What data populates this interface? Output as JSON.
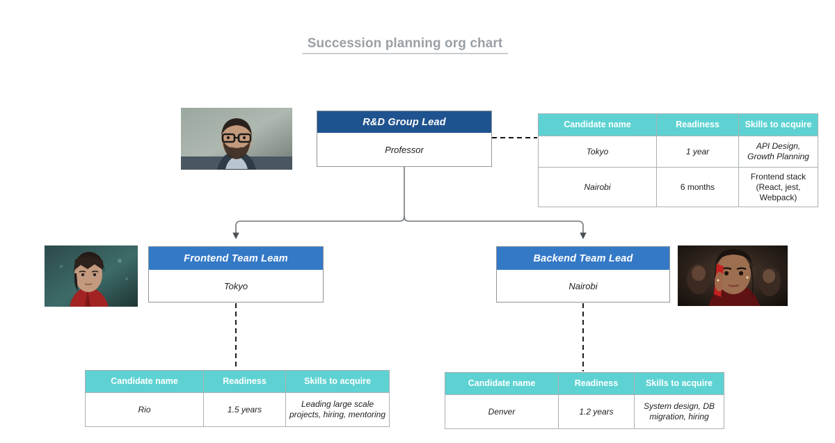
{
  "page": {
    "title": "Succession planning org chart"
  },
  "nodes": {
    "root": {
      "role": "R&D Group Lead",
      "person": "Professor",
      "header_color": "#1f538f",
      "photo_name": "professor-photo"
    },
    "frontend": {
      "role": "Frontend Team Leam",
      "person": "Tokyo",
      "header_color": "#3479c6",
      "photo_name": "tokyo-photo"
    },
    "backend": {
      "role": "Backend Team Lead",
      "person": "Nairobi",
      "header_color": "#3479c6",
      "photo_name": "nairobi-photo"
    }
  },
  "tables": {
    "columns": [
      "Candidate name",
      "Readiness",
      "Skills to acquire"
    ],
    "root": {
      "rows": [
        {
          "name": "Tokyo",
          "readiness": "1 year",
          "skills": "API Design, Growth Planning",
          "italic": true
        },
        {
          "name": "Nairobi",
          "readiness": "6 months",
          "skills": "Frontend stack (React, jest, Webpack)",
          "italic": false
        }
      ]
    },
    "frontend": {
      "rows": [
        {
          "name": "Rio",
          "readiness": "1.5 years",
          "skills": "Leading large scale projects, hiring, mentoring",
          "italic": true
        }
      ]
    },
    "backend": {
      "rows": [
        {
          "name": "Denver",
          "readiness": "1.2 years",
          "skills": "System design, DB migration, hiring",
          "italic": true
        }
      ]
    }
  },
  "theme": {
    "header_navy": "#1f538f",
    "header_blue": "#3479c6",
    "table_header_teal": "#5ed2d2",
    "title_gray": "#9aa0a6",
    "connector_gray": "#6f7679",
    "dashed_black": "#111111",
    "border_gray": "#8e9599"
  }
}
